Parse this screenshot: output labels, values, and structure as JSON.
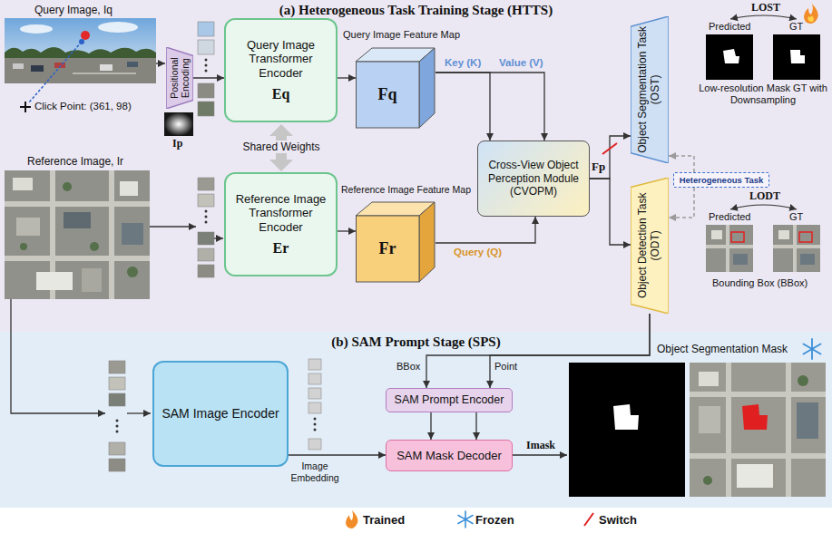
{
  "diagram": {
    "nodes": [
      {
        "text": [
          "(a) Heterogeneous Task Training Stage (HTTS)"
        ]
      },
      {
        "text": [
          "Positional Encoding"
        ],
        "in": 0
      },
      {
        "text": [
          "Query Image Transformer Encoder",
          "Eq"
        ],
        "in": 0
      },
      {
        "text": [
          "Reference Image Transformer Encoder",
          "Er"
        ],
        "in": 0
      },
      {
        "text": [
          "Fq"
        ],
        "in": 0
      },
      {
        "text": [
          "Fr"
        ],
        "in": 0
      },
      {
        "text": [
          "Cross-View Object Perception Module (CVOPM)"
        ],
        "in": 0
      },
      {
        "text": [
          "Object Segmentation Task (OST)"
        ],
        "in": 0
      },
      {
        "text": [
          "Heterogeneous Task"
        ],
        "in": 0
      },
      {
        "text": [
          "Object Detection Task (ODT)"
        ],
        "in": 0
      },
      {
        "text": [
          "(b) SAM Prompt Stage (SPS)"
        ]
      },
      {
        "text": [
          "SAM Image Encoder"
        ],
        "in": 10
      },
      {
        "text": [
          "SAM Prompt Encoder"
        ],
        "in": 10
      },
      {
        "text": [
          "SAM Mask Decoder"
        ],
        "in": 10
      }
    ],
    "edges": [
      {
        "from": 1,
        "to": 2,
        "arrow": "to"
      },
      {
        "from": 2,
        "to": 4,
        "arrow": "to"
      },
      {
        "from": 3,
        "to": 5,
        "arrow": "to"
      },
      {
        "from": 4,
        "to": 6,
        "arrow": "to"
      },
      {
        "from": 4,
        "to": 6,
        "arrow": "to"
      },
      {
        "from": 5,
        "to": 6,
        "arrow": "to"
      },
      {
        "from": 6,
        "to": 7,
        "arrow": "to"
      },
      {
        "from": 6,
        "to": 9,
        "arrow": "to"
      },
      {
        "from": 8,
        "to": 7,
        "arrow": "to"
      },
      {
        "from": 8,
        "to": 9,
        "arrow": "to"
      },
      {
        "from": 9,
        "to": 12,
        "arrow": "to"
      },
      {
        "from": 9,
        "to": 12,
        "arrow": "to"
      },
      {
        "from": 11,
        "to": 13,
        "arrow": "to"
      },
      {
        "from": 12,
        "to": 13,
        "arrow": "to"
      },
      {
        "from": 12,
        "to": 13,
        "arrow": "to"
      }
    ],
    "labels": [
      "Query Image, Iq",
      "Click Point: (361, 98)",
      "Ip",
      "Reference Image, Ir",
      "Shared Weights",
      "Query Image Feature Map",
      "Key (K)",
      "Value (V)",
      "Reference Image Feature Map",
      "Query (Q)",
      "Fp",
      "LOST",
      "Predicted",
      "GT",
      "Low-resolution Mask GT with Downsampling",
      "LODT",
      "Predicted",
      "GT",
      "Bounding Box (BBox)",
      "Image Embedding",
      "BBox",
      "Point",
      "Object Segmentation Mask",
      "Imask"
    ],
    "legend": [
      {
        "text": "Trained"
      },
      {
        "text": "Frozen"
      },
      {
        "text": "Switch"
      }
    ]
  }
}
